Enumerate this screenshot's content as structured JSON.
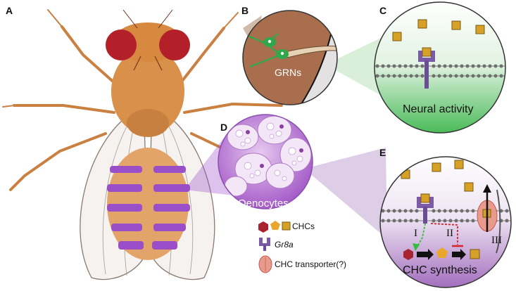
{
  "panels": {
    "a": "A",
    "b": "B",
    "c": "C",
    "d": "D",
    "e": "E"
  },
  "labels": {
    "grns": "GRNs",
    "neural_activity": "Neural activity",
    "oenocytes": "Oenocytes",
    "chc_synthesis": "CHC synthesis",
    "roman_1": "I",
    "roman_2": "II",
    "roman_3": "III"
  },
  "legend": {
    "chcs": "CHCs",
    "gr8a": "Gr8a",
    "transporter": "CHC transporter(?)"
  },
  "colors": {
    "fly_body": "#d9904a",
    "fly_eye": "#b3202a",
    "oenocyte_stripe": "#9a4fc9",
    "grn_green": "#2ea84a",
    "receptor": "#7b5aa6",
    "chc_square": "#d6a126",
    "chc_hexagon": "#a8232d",
    "chc_pentagon": "#e8a62a",
    "transporter": "#e89a8c",
    "inhibit_red": "#d8232a",
    "activate_green": "#2fbf3a"
  },
  "icons": [
    "hexagon-icon",
    "pentagon-icon",
    "square-icon",
    "receptor-icon",
    "transporter-icon",
    "arrow-icon"
  ]
}
